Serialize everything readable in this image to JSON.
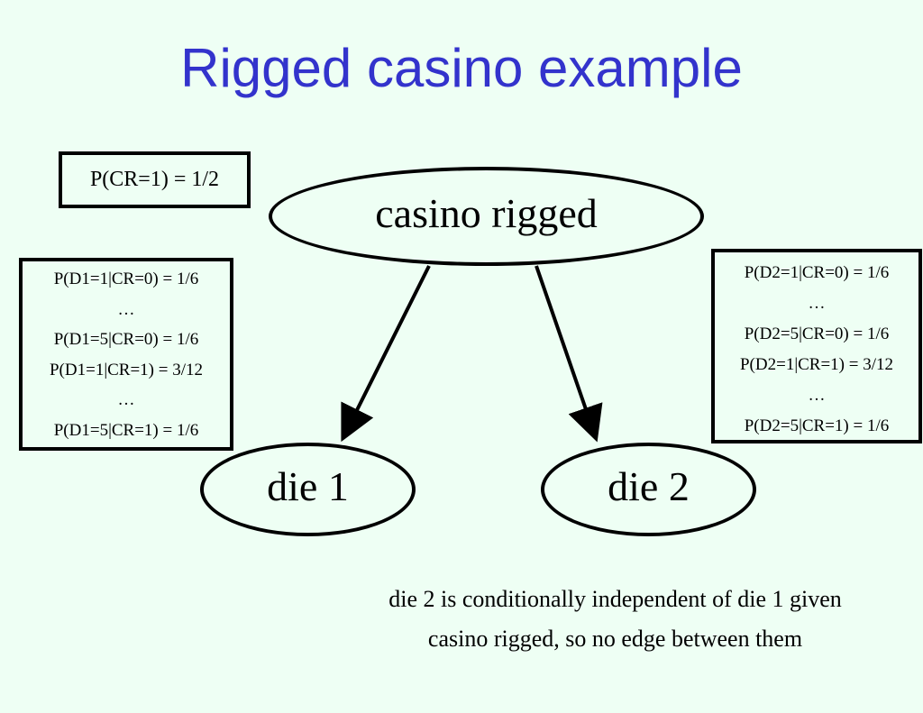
{
  "slide": {
    "title": "Rigged casino example",
    "background": "#eefff4",
    "title_color": "#3333cc"
  },
  "nodes": {
    "casino": "casino rigged",
    "die1": "die 1",
    "die2": "die 2"
  },
  "prior_box": {
    "text": "P(CR=1) = 1/2"
  },
  "die1_cpt": {
    "lines": [
      "P(D1=1|CR=0) = 1/6",
      "…",
      "P(D1=5|CR=0) = 1/6",
      "P(D1=1|CR=1) = 3/12",
      "…",
      "P(D1=5|CR=1) = 1/6"
    ]
  },
  "die2_cpt": {
    "lines": [
      "P(D2=1|CR=0) = 1/6",
      "…",
      "P(D2=5|CR=0) = 1/6",
      "P(D2=1|CR=1) = 3/12",
      "…",
      "P(D2=5|CR=1) = 1/6"
    ]
  },
  "note": {
    "line1": "die 2 is conditionally independent of die 1 given",
    "line2": "casino rigged, so no edge between them"
  }
}
